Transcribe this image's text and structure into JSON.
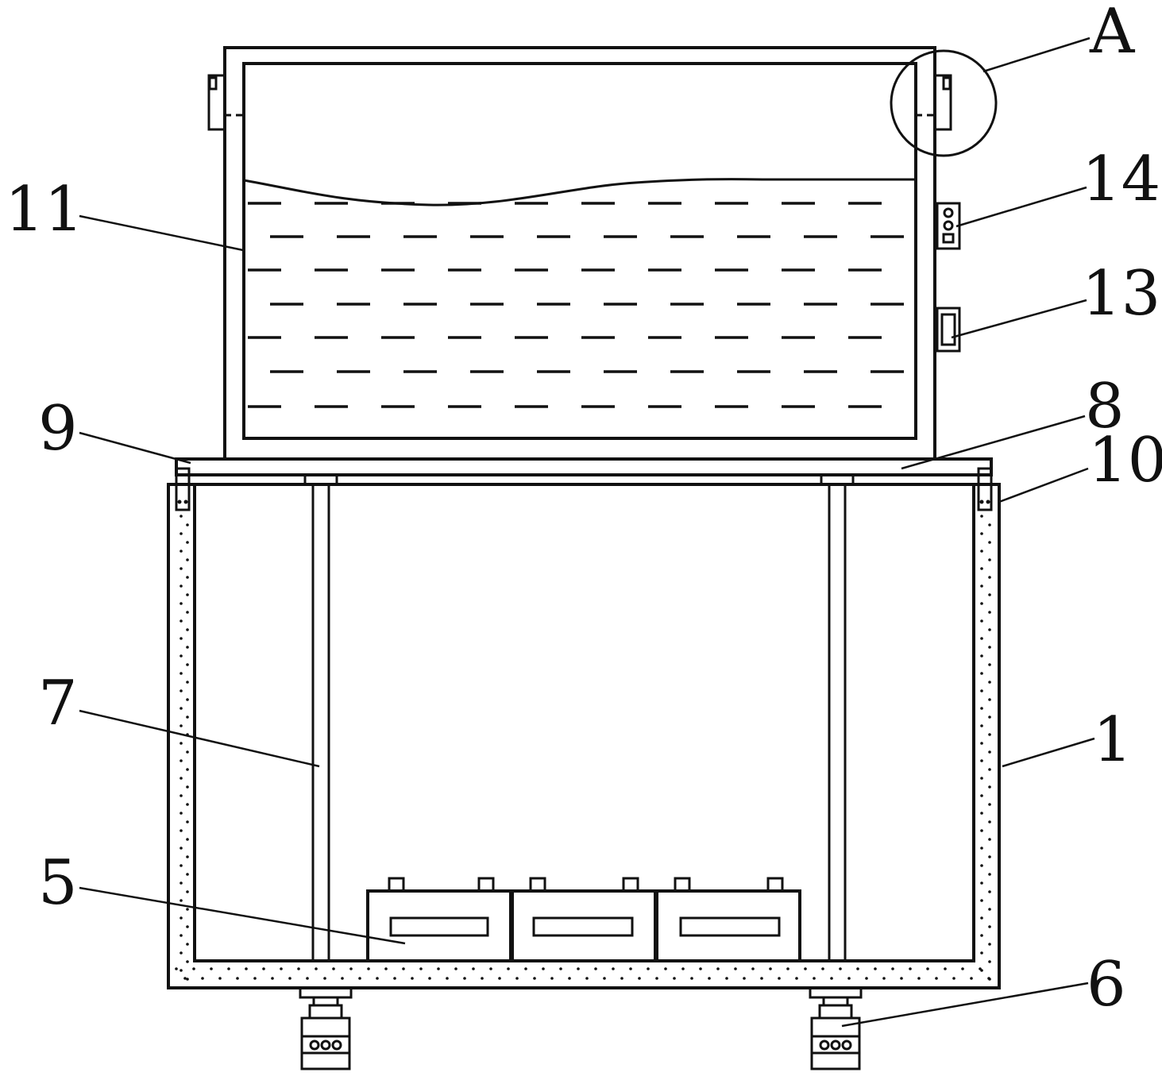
{
  "callouts": {
    "A": "A",
    "c14": "14",
    "c13": "13",
    "c11": "11",
    "c9": "9",
    "c8": "8",
    "c10": "10",
    "c7": "7",
    "c1": "1",
    "c5": "5",
    "c6": "6"
  }
}
